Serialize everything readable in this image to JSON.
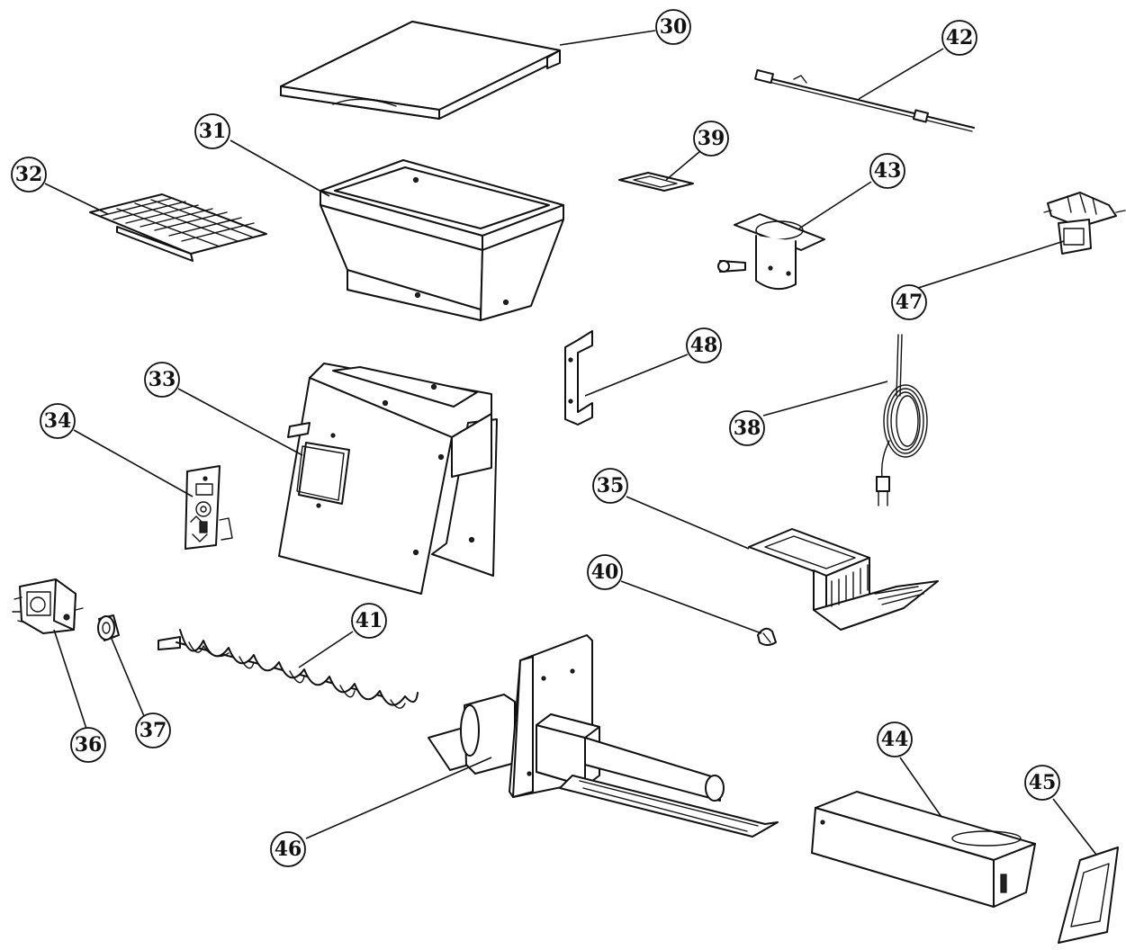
{
  "callouts": [
    {
      "id": "c30",
      "label": "30",
      "part": "Hopper lid"
    },
    {
      "id": "c31",
      "label": "31",
      "part": "Hopper"
    },
    {
      "id": "c32",
      "label": "32",
      "part": "Hopper grate"
    },
    {
      "id": "c33",
      "label": "33",
      "part": "Controller housing"
    },
    {
      "id": "c34",
      "label": "34",
      "part": "Control board"
    },
    {
      "id": "c35",
      "label": "35",
      "part": "Fire pot guard"
    },
    {
      "id": "c36",
      "label": "36",
      "part": "Auger motor"
    },
    {
      "id": "c37",
      "label": "37",
      "part": "Auger bushing"
    },
    {
      "id": "c38",
      "label": "38",
      "part": "Power cord"
    },
    {
      "id": "c39",
      "label": "39",
      "part": "Gasket"
    },
    {
      "id": "c40",
      "label": "40",
      "part": "Clip"
    },
    {
      "id": "c41",
      "label": "41",
      "part": "Auger"
    },
    {
      "id": "c42",
      "label": "42",
      "part": "Temperature probe"
    },
    {
      "id": "c43",
      "label": "43",
      "part": "Fan bracket"
    },
    {
      "id": "c44",
      "label": "44",
      "part": "Fire pot"
    },
    {
      "id": "c45",
      "label": "45",
      "part": "Fire pot gasket"
    },
    {
      "id": "c46",
      "label": "46",
      "part": "Auger tube assembly"
    },
    {
      "id": "c47",
      "label": "47",
      "part": "Induction fan"
    },
    {
      "id": "c48",
      "label": "48",
      "part": "Bracket"
    }
  ]
}
